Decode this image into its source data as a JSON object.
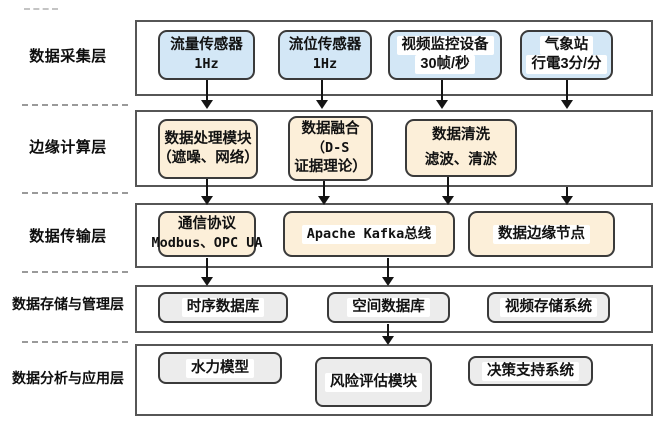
{
  "colors": {
    "sensor_box_fill": "#d3e7f6",
    "edge_box_fill": "#fcefd9",
    "storage_box_fill": "#ececec",
    "node_border": "#3a3a3a",
    "container_border": "#565656",
    "arrow": "#141414",
    "dashed_separator": "#9a9a9a"
  },
  "layers": [
    {
      "label": "数据采集层",
      "boxes": [
        {
          "lines": [
            "流量传感器",
            "1Hz"
          ]
        },
        {
          "lines": [
            "流位传感器",
            "1Hz"
          ]
        },
        {
          "lines": [
            "视频监控设备",
            "30帧/秒"
          ]
        },
        {
          "lines": [
            "气象站",
            "行電3分/分"
          ]
        }
      ]
    },
    {
      "label": "边缘计算层",
      "boxes": [
        {
          "lines": [
            "数据处理模块",
            "（遮噪、网络）"
          ]
        },
        {
          "lines": [
            "数据融合",
            "（D-S",
            "证据理论）"
          ]
        },
        {
          "lines": [
            "数据清洗",
            "滤波、清淤"
          ]
        }
      ]
    },
    {
      "label": "数据传输层",
      "boxes": [
        {
          "lines": [
            "通信协议",
            "Modbus、OPC UA"
          ]
        },
        {
          "lines": [
            "Apache Kafka总线"
          ]
        },
        {
          "lines": [
            "数据边缘节点"
          ]
        }
      ]
    },
    {
      "label": "数据存储与管理层",
      "boxes": [
        {
          "lines": [
            "时序数据库"
          ]
        },
        {
          "lines": [
            "空间数据库"
          ]
        },
        {
          "lines": [
            "视频存储系统"
          ]
        }
      ]
    },
    {
      "label": "数据分析与应用层",
      "boxes": [
        {
          "lines": [
            "水力模型"
          ]
        },
        {
          "lines": [
            "风险评估模块"
          ]
        },
        {
          "lines": [
            "决策支持系统"
          ]
        }
      ]
    }
  ]
}
